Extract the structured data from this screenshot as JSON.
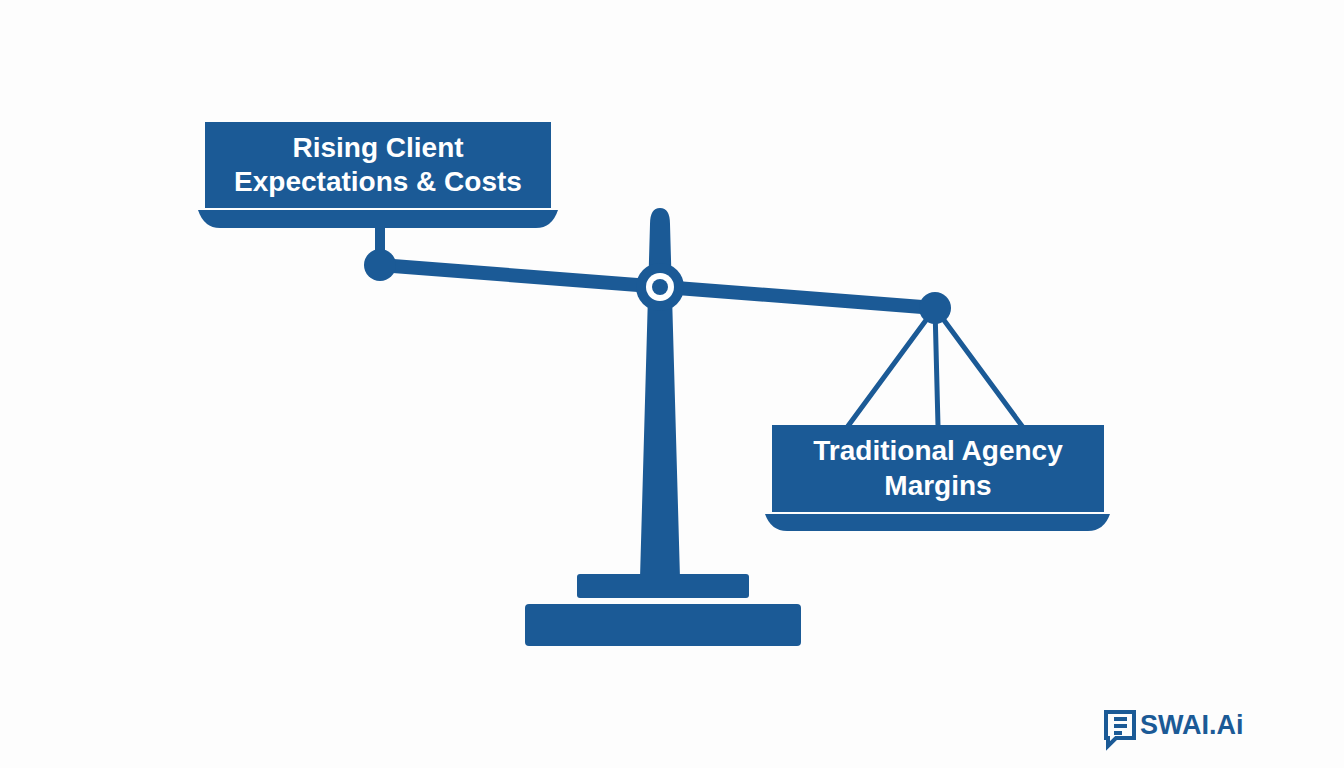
{
  "diagram": {
    "nodes": [
      {
        "text": [
          "Rising Client Expectations & Costs"
        ]
      },
      {
        "text": [
          "Traditional Agency Margins"
        ]
      }
    ],
    "labels": [
      "SWAI.Ai"
    ]
  }
}
